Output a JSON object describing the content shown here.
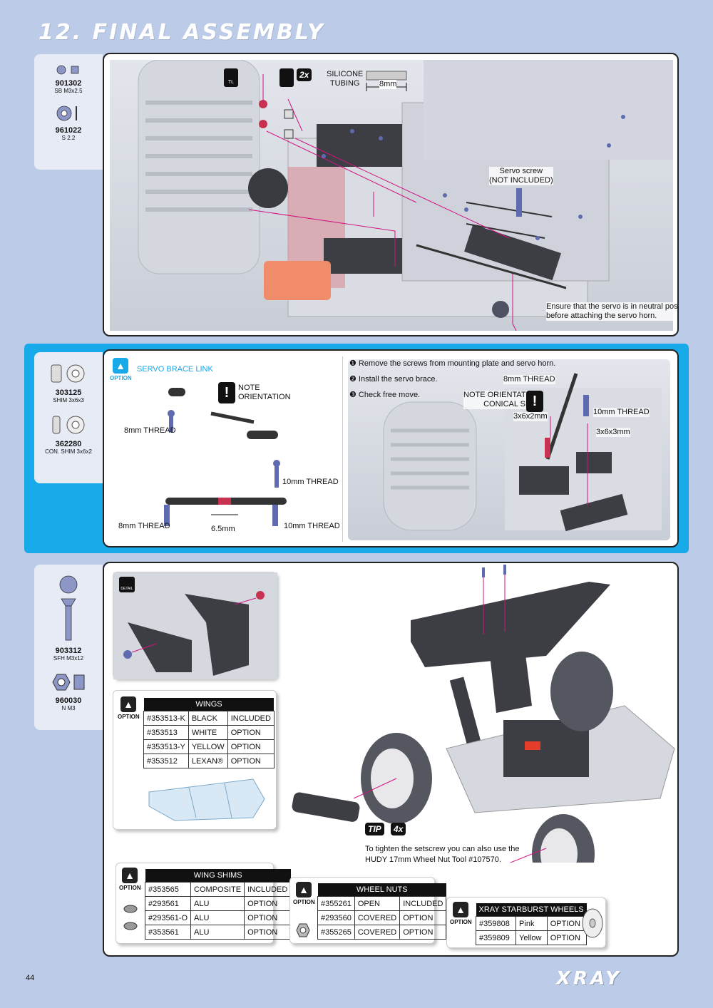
{
  "header": {
    "title": "12. FINAL ASSEMBLY"
  },
  "section1": {
    "parts": [
      {
        "code": "901302",
        "desc": "SB M3x2.5"
      },
      {
        "code": "961022",
        "desc": "S 2.2"
      }
    ],
    "badge_2x": "2x",
    "tl": "TL",
    "silicone": "SILICONE\nTUBING",
    "length": "8mm",
    "servo_screw": "Servo screw\n(NOT INCLUDED)",
    "note": "Ensure that the servo is in neutral position\nbefore attaching the servo horn."
  },
  "section2": {
    "parts": [
      {
        "code": "303125",
        "desc": "SHIM 3x6x3"
      },
      {
        "code": "362280",
        "desc": "CON. SHIM 3x6x2"
      }
    ],
    "option_title": "SERVO BRACE LINK",
    "option": "OPTION",
    "note_orientation": "NOTE\nORIENTATION",
    "thread8": "8mm THREAD",
    "thread10": "10mm THREAD",
    "length": "6.5mm",
    "steps": [
      "❶ Remove the screws from mounting plate and servo horn.",
      "❷ Install the servo brace.",
      "❸ Check free move."
    ],
    "right_thread8": "8mm THREAD",
    "right_note": "NOTE ORIENTATION\nCONICAL SHIM",
    "shim1": "3x6x2mm",
    "right_thread10": "10mm THREAD",
    "shim2": "3x6x3mm"
  },
  "section3": {
    "parts": [
      {
        "code": "903312",
        "desc": "SFH M3x12"
      },
      {
        "code": "960030",
        "desc": "N M3"
      }
    ],
    "detail": "DETAIL",
    "option": "OPTION",
    "wings": {
      "title": "WINGS",
      "rows": [
        [
          "#353513-K",
          "BLACK",
          "INCLUDED"
        ],
        [
          "#353513",
          "WHITE",
          "OPTION"
        ],
        [
          "#353513-Y",
          "YELLOW",
          "OPTION"
        ],
        [
          "#353512",
          "LEXAN®",
          "OPTION"
        ]
      ]
    },
    "wing_shims": {
      "title": "WING SHIMS",
      "rows": [
        [
          "#353565",
          "COMPOSITE",
          "INCLUDED"
        ],
        [
          "#293561",
          "ALU",
          "OPTION"
        ],
        [
          "#293561-O",
          "ALU",
          "OPTION"
        ],
        [
          "#353561",
          "ALU",
          "OPTION"
        ]
      ]
    },
    "wheel_nuts": {
      "title": "WHEEL NUTS",
      "rows": [
        [
          "#355261",
          "OPEN",
          "INCLUDED"
        ],
        [
          "#293560",
          "COVERED",
          "OPTION"
        ],
        [
          "#355265",
          "COVERED",
          "OPTION"
        ]
      ]
    },
    "wheels": {
      "title": "XRAY STARBURST WHEELS",
      "rows": [
        [
          "#359808",
          "Pink",
          "OPTION"
        ],
        [
          "#359809",
          "Yellow",
          "OPTION"
        ]
      ]
    },
    "tip": "TIP",
    "tip_count": "4x",
    "tip_text": "To tighten the setscrew you can also use the\nHUDY 17mm Wheel Nut Tool #107570."
  },
  "footer": {
    "page": "44",
    "logo": "XRAY"
  }
}
